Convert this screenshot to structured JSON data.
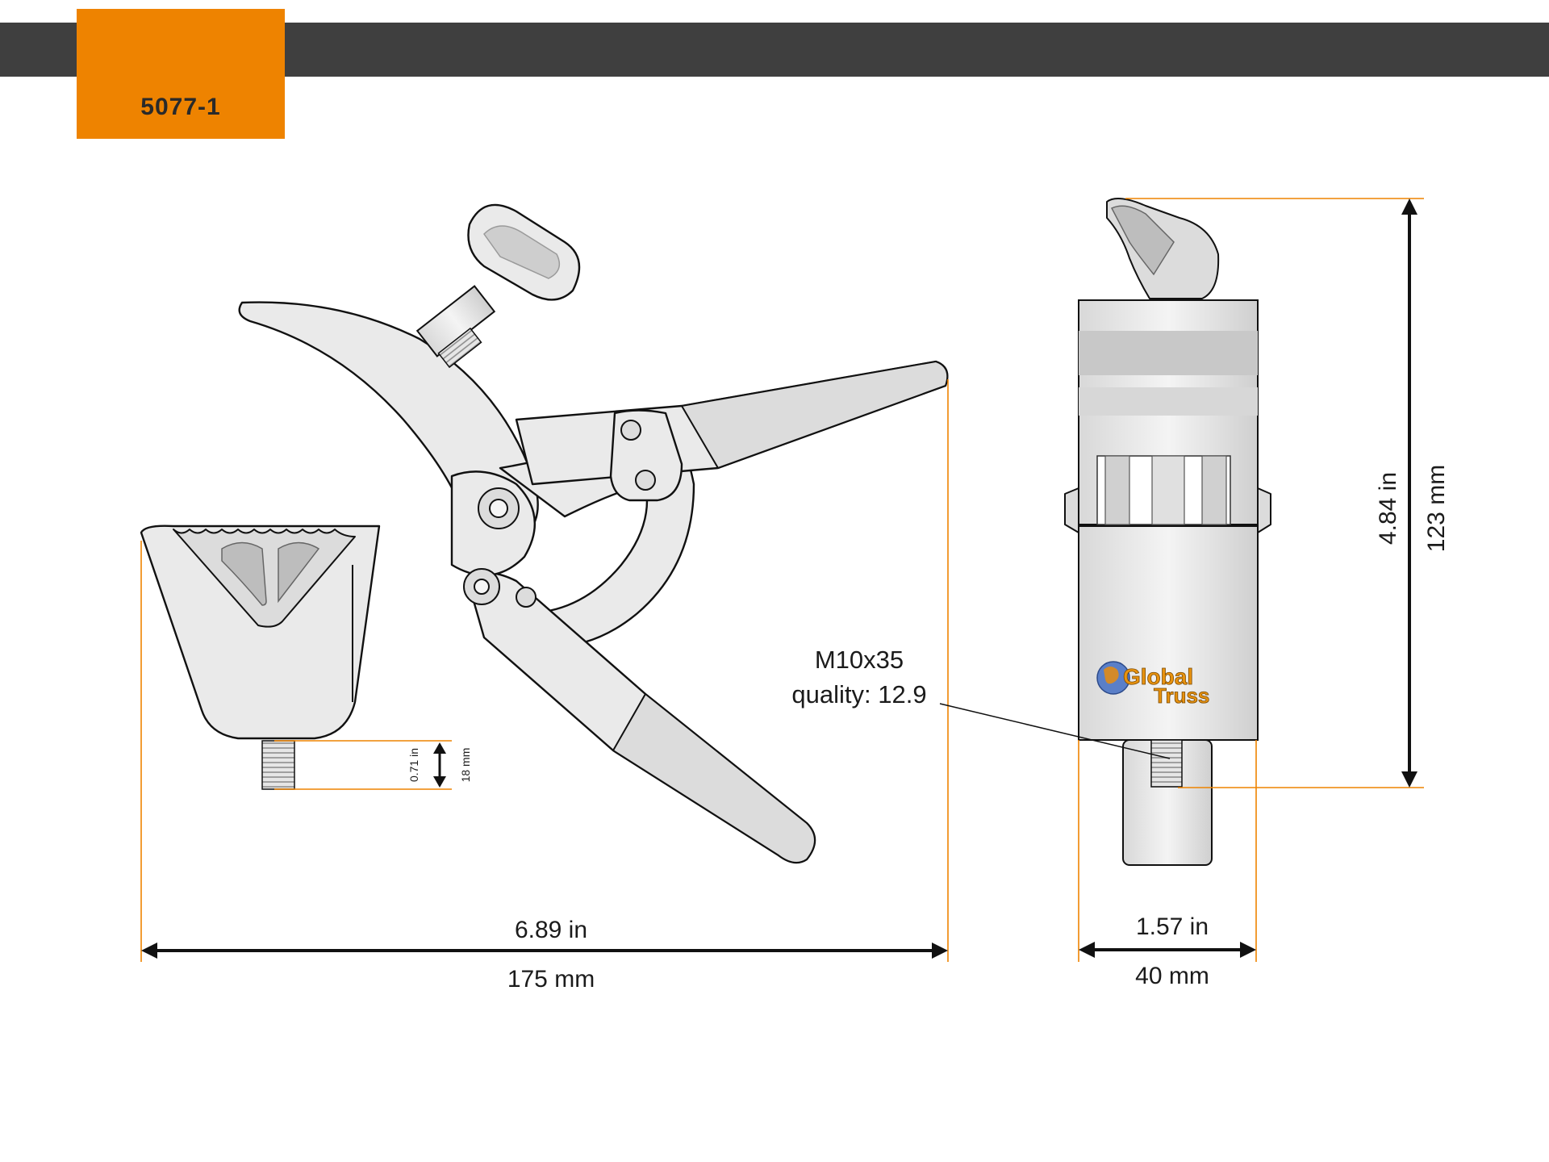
{
  "header": {
    "part_number": "5077-1"
  },
  "dimensions": {
    "width_in": "6.89 in",
    "width_mm": "175 mm",
    "depth_in": "1.57 in",
    "depth_mm": "40 mm",
    "height_in": "4.84 in",
    "height_mm": "123 mm",
    "bolt_in": "0.71 in",
    "bolt_mm": "18 mm"
  },
  "callout": {
    "line1": "M10x35",
    "line2": "quality: 12.9"
  },
  "logo": {
    "text_global": "Global",
    "text_truss": "Truss"
  },
  "colors": {
    "accent": "#ee8300",
    "bar": "#3f3f3f"
  }
}
